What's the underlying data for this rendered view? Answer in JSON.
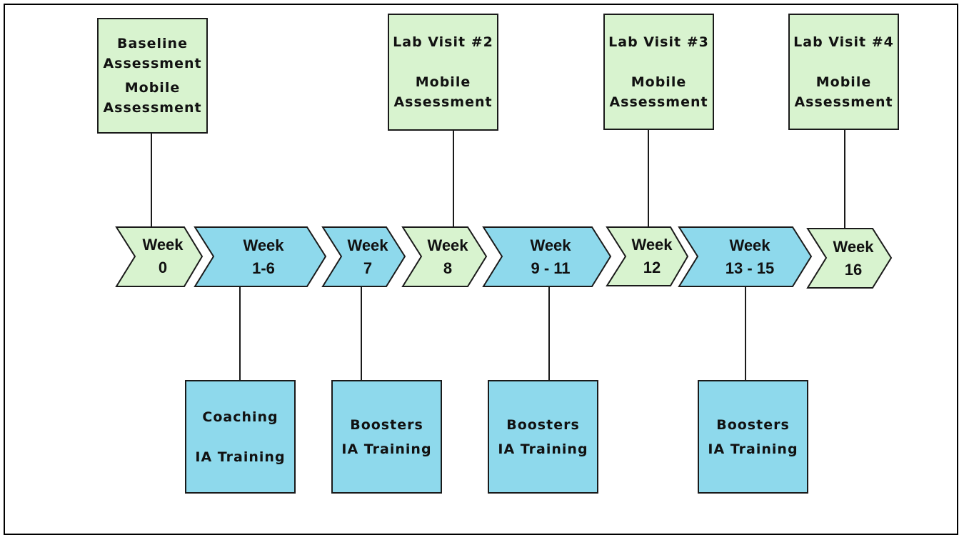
{
  "colors": {
    "assessment": "#d8f3cf",
    "training": "#8ed9ec",
    "line": "#1a1a1a"
  },
  "weeks": [
    {
      "line1": "Week",
      "line2": "0"
    },
    {
      "line1": "Week",
      "line2": "1-6"
    },
    {
      "line1": "Week",
      "line2": "7"
    },
    {
      "line1": "Week",
      "line2": "8"
    },
    {
      "line1": "Week",
      "line2": "9 - 11"
    },
    {
      "line1": "Week",
      "line2": "12"
    },
    {
      "line1": "Week",
      "line2": "13 - 15"
    },
    {
      "line1": "Week",
      "line2": "16"
    }
  ],
  "assessments": [
    {
      "line1": "Baseline",
      "line2": "Assessment",
      "line3": "Mobile",
      "line4": "Assessment"
    },
    {
      "line1": "Lab Visit #2",
      "line2": "Mobile",
      "line3": "Assessment"
    },
    {
      "line1": "Lab Visit #3",
      "line2": "Mobile",
      "line3": "Assessment"
    },
    {
      "line1": "Lab Visit #4",
      "line2": "Mobile",
      "line3": "Assessment"
    }
  ],
  "trainings": [
    {
      "line1": "Coaching",
      "line2": "IA Training"
    },
    {
      "line1": "Boosters",
      "line2": "IA Training"
    },
    {
      "line1": "Boosters",
      "line2": "IA Training"
    },
    {
      "line1": "Boosters",
      "line2": "IA Training"
    }
  ]
}
